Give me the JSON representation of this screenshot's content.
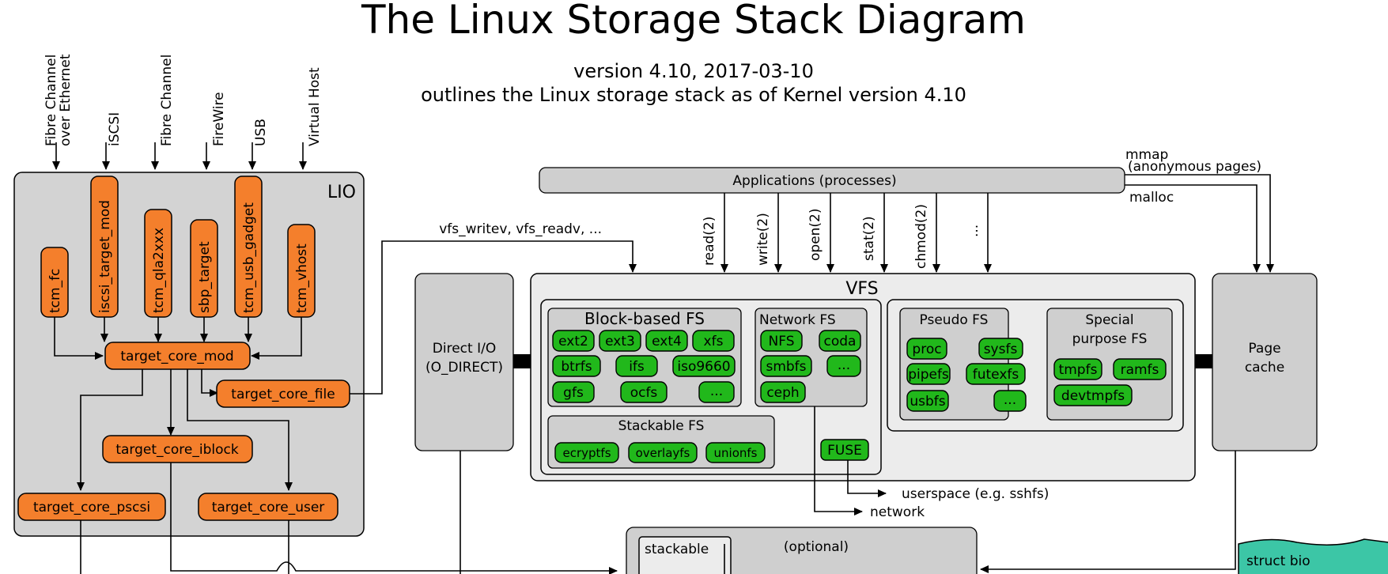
{
  "title": "The Linux Storage Stack Diagram",
  "subtitle_version": "version 4.10, 2017-03-10",
  "subtitle_desc": "outlines the Linux storage stack as of Kernel version 4.10",
  "lio": {
    "title": "LIO",
    "inputs": [
      "Fibre Channel",
      "over Ethernet",
      "iSCSI",
      "Fibre Channel",
      "FireWire",
      "USB",
      "Virtual Host"
    ],
    "fabric_modules": [
      "tcm_fc",
      "iscsi_target_mod",
      "tcm_qla2xxx",
      "sbp_target",
      "tcm_usb_gadget",
      "tcm_vhost"
    ],
    "core": "target_core_mod",
    "backends": [
      "target_core_file",
      "target_core_iblock",
      "target_core_pscsi",
      "target_core_user"
    ]
  },
  "vfs_call": "vfs_writev, vfs_readv, ...",
  "applications": "Applications (processes)",
  "mmap": [
    "mmap",
    "(anonymous pages)"
  ],
  "malloc": "malloc",
  "syscalls": [
    "read(2)",
    "write(2)",
    "open(2)",
    "stat(2)",
    "chmod(2)",
    "..."
  ],
  "direct_io": [
    "Direct I/O",
    "(O_DIRECT)"
  ],
  "vfs": {
    "title": "VFS",
    "block_fs": {
      "title": "Block-based FS",
      "items": [
        "ext2",
        "ext3",
        "ext4",
        "xfs",
        "btrfs",
        "ifs",
        "iso9660",
        "gfs",
        "ocfs",
        "..."
      ]
    },
    "network_fs": {
      "title": "Network FS",
      "items": [
        "NFS",
        "coda",
        "smbfs",
        "...",
        "ceph"
      ]
    },
    "stackable_fs": {
      "title": "Stackable FS",
      "items": [
        "ecryptfs",
        "overlayfs",
        "unionfs"
      ]
    },
    "fuse": "FUSE",
    "pseudo_fs": {
      "title": "Pseudo FS",
      "items": [
        "proc",
        "sysfs",
        "pipefs",
        "futexfs",
        "usbfs",
        "..."
      ]
    },
    "special_fs": {
      "title_1": "Special",
      "title_2": "purpose FS",
      "items": [
        "tmpfs",
        "ramfs",
        "devtmpfs"
      ]
    }
  },
  "page_cache": [
    "Page",
    "cache"
  ],
  "userspace": "userspace (e.g. sshfs)",
  "network": "network",
  "optional": "(optional)",
  "stackable": "stackable",
  "struct_bio": "struct bio",
  "colors": {
    "lio_module": "#f47f2c",
    "fs_item": "#21b81b",
    "box_gray": "#d3d3d3",
    "struct_bio": "#3cc6a6"
  }
}
